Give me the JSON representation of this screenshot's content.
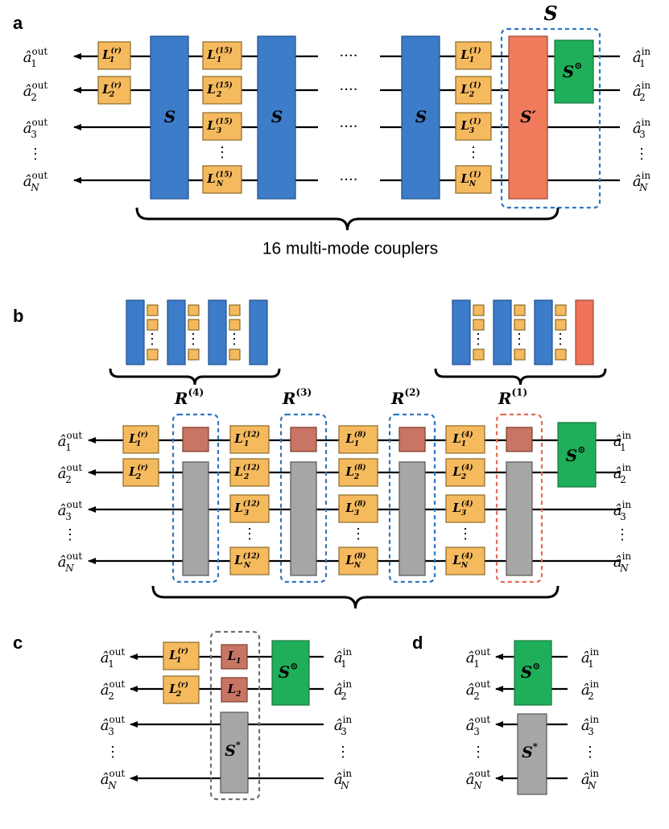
{
  "panels": {
    "a": "a",
    "b": "b",
    "c": "c",
    "d": "d"
  },
  "io": {
    "out": [
      "â",
      "out"
    ],
    "in": [
      "â",
      "in"
    ],
    "subscripts": [
      "1",
      "2",
      "3",
      "N"
    ],
    "vdots": "⋮",
    "hdots": "····"
  },
  "labels": {
    "S": "S",
    "S_prime": "S′",
    "S_circ": "S",
    "S_circ_sup": "⊙",
    "S_star": "S",
    "S_star_sup": "*",
    "L": "L",
    "L1": "L",
    "L1_sub": "1",
    "L2_sub": "2",
    "r_sup": "(r)",
    "sup_15": "(15)",
    "sup_1": "(1)",
    "sup_12": "(12)",
    "sup_8": "(8)",
    "sup_4": "(4)",
    "R": "R",
    "R4_sup": "(4)",
    "R3_sup": "(3)",
    "R2_sup": "(2)",
    "R1_sup": "(1)",
    "caption_a": "16 multi-mode couplers"
  },
  "colors": {
    "blue": "#3d7cc9",
    "blue_stroke": "#1f4f8f",
    "orange": "#f5ba5e",
    "orange_stroke": "#8a6a2a",
    "red": "#f07a5c",
    "red_light": "#f0735a",
    "green": "#1fae59",
    "brown": "#c87563",
    "gray": "#a6a6a6",
    "dash_blue": "#2d77c2",
    "dash_red": "#e56b57",
    "dash_gray": "#707070",
    "R_blue": "#2a7dc2",
    "R_red": "#ea6b50"
  }
}
